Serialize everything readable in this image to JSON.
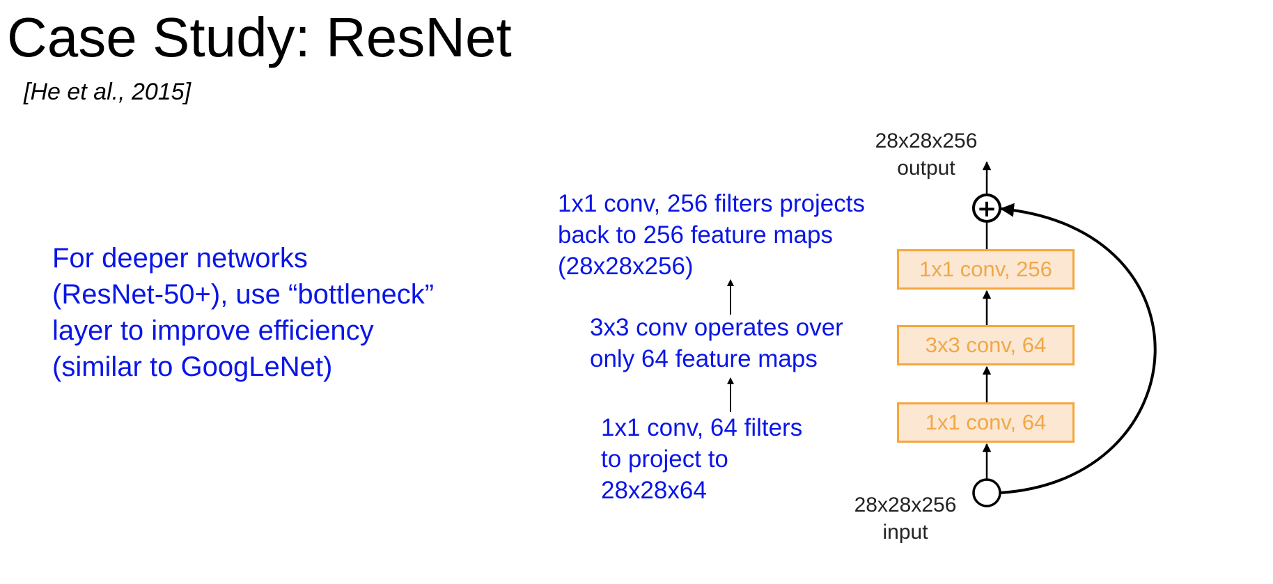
{
  "slide": {
    "title": "Case Study: ResNet",
    "citation": "[He et al., 2015]"
  },
  "summary": {
    "lines": [
      "For deeper networks",
      "(ResNet-50+), use “bottleneck”",
      "layer to improve efficiency",
      "(similar to GoogLeNet)"
    ]
  },
  "annotations": {
    "top": [
      "1x1 conv, 256 filters projects",
      "back to 256 feature maps",
      "(28x28x256)"
    ],
    "middle": [
      "3x3 conv operates over",
      "only 64 feature maps"
    ],
    "bottom": [
      "1x1 conv, 64 filters",
      "to project to",
      "28x28x64"
    ]
  },
  "diagram": {
    "output": {
      "size": "28x28x256",
      "label": "output"
    },
    "input": {
      "size": "28x28x256",
      "label": "input"
    },
    "layers": {
      "top": "1x1 conv, 256",
      "middle": "3x3 conv, 64",
      "bottom": "1x1 conv, 64"
    },
    "addition_symbol": "+"
  },
  "colors": {
    "annotation_text": "#0a16e6",
    "box_border": "#f5a73c",
    "box_fill": "#fbe7d2",
    "box_text": "#f0a848"
  }
}
